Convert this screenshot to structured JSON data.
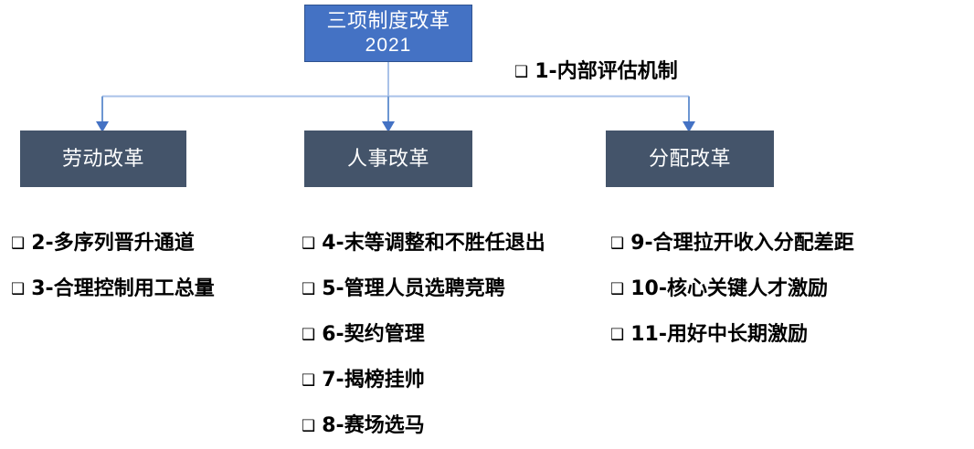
{
  "diagram": {
    "root": {
      "title": "三项制度改革",
      "year": "2021",
      "fill": "#4472C4",
      "border": "#2E528F",
      "text_color": "#FFFFFF"
    },
    "branch_fill": "#44546A",
    "branch_text_color": "#FFFFFF",
    "connector_line_color": "#A9C2E8",
    "connector_arrow_color": "#4472C4",
    "branches": [
      {
        "label": "劳动改革"
      },
      {
        "label": "人事改革"
      },
      {
        "label": "分配改革"
      }
    ],
    "note": {
      "bullet": "❑",
      "label": "1-内部评估机制"
    },
    "bullet_glyph": "❑",
    "columns": [
      {
        "column_name": "labor-reform-items",
        "items": [
          "2-多序列晋升通道",
          "3-合理控制用工总量"
        ]
      },
      {
        "column_name": "personnel-reform-items",
        "items": [
          "4-末等调整和不胜任退出",
          "5-管理人员选聘竞聘",
          "6-契约管理",
          "7-揭榜挂帅",
          "8-赛场选马"
        ]
      },
      {
        "column_name": "distribution-reform-items",
        "items": [
          "9-合理拉开收入分配差距",
          "10-核心关键人才激励",
          "11-用好中长期激励"
        ]
      }
    ]
  }
}
